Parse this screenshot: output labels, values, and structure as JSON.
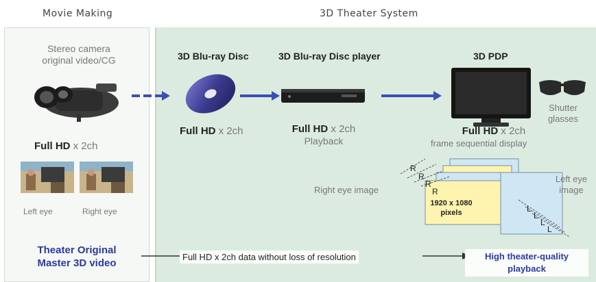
{
  "headers": {
    "movie_making": "Movie Making",
    "theater_system": "3D Theater System"
  },
  "left": {
    "camera_caption": "Stereo camera original video/CG",
    "camera_caption_line1": "Stereo camera",
    "camera_caption_line2": "original video/CG",
    "full_hd": "Full HD",
    "full_hd_suffix": "x 2ch",
    "left_eye": "Left eye",
    "right_eye": "Right eye",
    "master_line1": "Theater Original",
    "master_line2": "Master 3D video"
  },
  "disc": {
    "title": "3D Blu-ray Disc",
    "full_hd": "Full HD",
    "suffix": "x 2ch"
  },
  "player": {
    "title": "3D Blu-ray Disc player",
    "full_hd": "Full HD",
    "suffix": "x 2ch",
    "playback": "Playback"
  },
  "pdp": {
    "title": "3D PDP",
    "full_hd": "Full HD",
    "suffix": "x 2ch",
    "frame_seq": "frame sequential display",
    "shutter_line1": "Shutter",
    "shutter_line2": "glasses"
  },
  "frames": {
    "right_eye_image": "Right eye image",
    "left_eye_line1": "Left eye",
    "left_eye_line2": "image",
    "resolution_line1": "1920 x 1080",
    "resolution_line2": "pixels",
    "r_marks": [
      "R",
      "R",
      "R",
      "R"
    ],
    "l_marks": [
      "L",
      "L",
      "L",
      "L"
    ]
  },
  "bottom": {
    "data_text": "Full HD x 2ch data without loss of resolution",
    "result_line1": "High theater-quality",
    "result_line2": "playback"
  },
  "colors": {
    "arrow_blue": "#3a4fb8",
    "panel_green": "#dcebe0",
    "frame_yellow": "#fff3b0",
    "frame_blue": "#cfe6f4",
    "text_blue": "#2a3aa0"
  }
}
